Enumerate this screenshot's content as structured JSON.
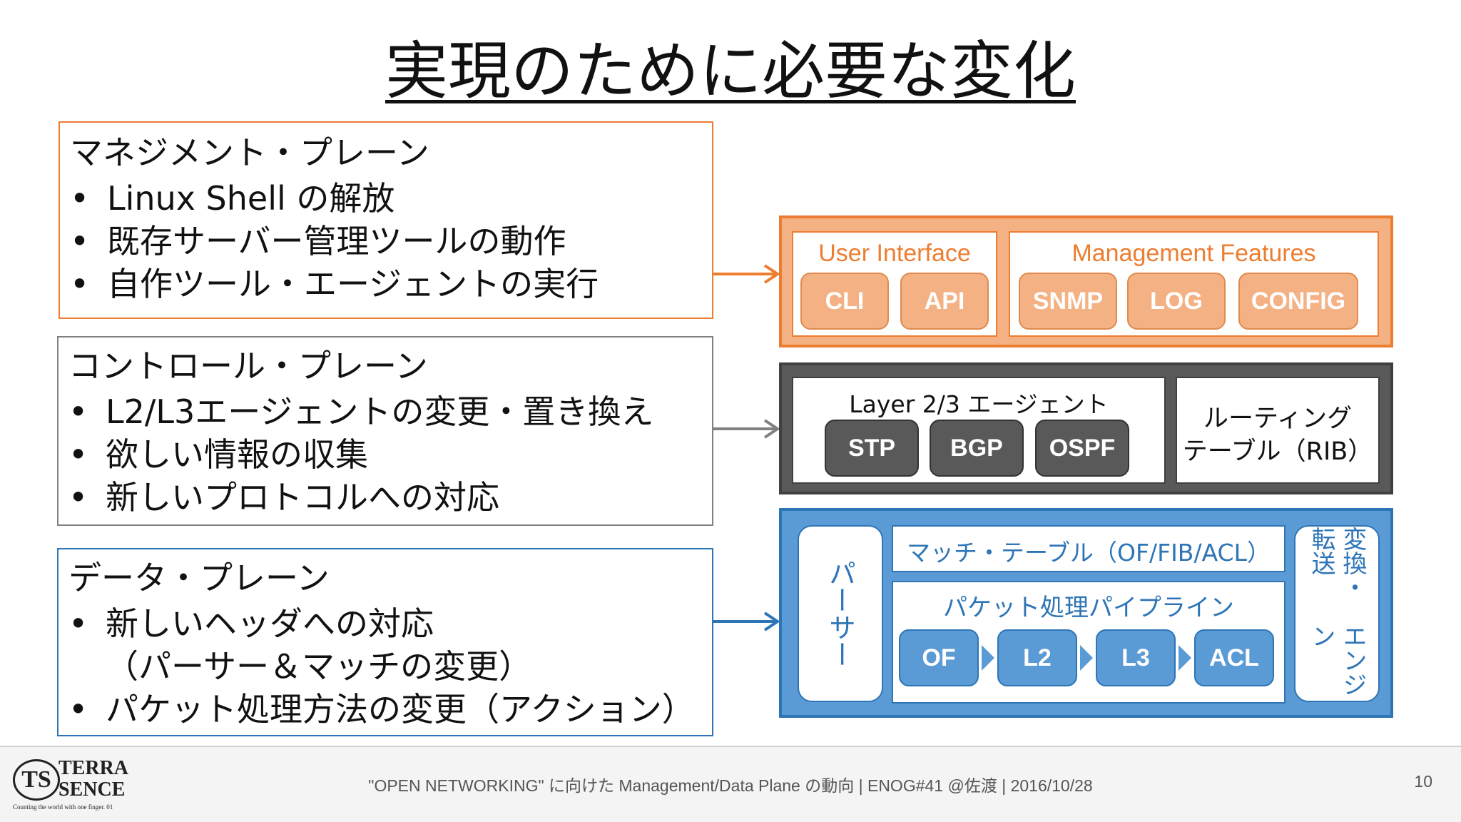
{
  "title": "実現のために必要な変化",
  "planes": [
    {
      "heading": "マネジメント・プレーン",
      "bullets": [
        "Linux Shell の解放",
        "既存サーバー管理ツールの動作",
        "自作ツール・エージェントの実行"
      ],
      "color": "#ed7d31"
    },
    {
      "heading": "コントロール・プレーン",
      "bullets": [
        "L2/L3エージェントの変更・置き換え",
        "欲しい情報の収集",
        "新しいプロトコルへの対応"
      ],
      "color": "#808080"
    },
    {
      "heading": "データ・プレーン",
      "bullets": [
        "新しいヘッダへの対応",
        "（パーサー＆マッチの変更）",
        "パケット処理方法の変更（アクション）"
      ],
      "color": "#2e75b6"
    }
  ],
  "bullet_char": "•",
  "management_diagram": {
    "ui_label": "User Interface",
    "ui_items": [
      "CLI",
      "API"
    ],
    "mf_label": "Management Features",
    "mf_items": [
      "SNMP",
      "LOG",
      "CONFIG"
    ]
  },
  "control_diagram": {
    "agent_label": "Layer 2/3 エージェント",
    "agent_items": [
      "STP",
      "BGP",
      "OSPF"
    ],
    "routing_table_lines": [
      "ルーティング",
      "テーブル（RIB）"
    ]
  },
  "data_diagram": {
    "parser": "パーサー",
    "match_table": "マッチ・テーブル（OF/FIB/ACL）",
    "pipeline_label": "パケット処理パイプライン",
    "pipeline_items": [
      "OF",
      "L2",
      "L3",
      "ACL"
    ],
    "engine_lines": [
      "変換・転送",
      "エンジン"
    ]
  },
  "footer": {
    "logo_text_top": "TERRA",
    "logo_text_bottom": "SENCE",
    "logo_initials": "TS",
    "logo_tagline": "Counting the world with one finger. 01",
    "text": "\"OPEN NETWORKING\" に向けた Management/Data Plane の動向 | ENOG#41 @佐渡 | 2016/10/28",
    "page_number": "10"
  }
}
